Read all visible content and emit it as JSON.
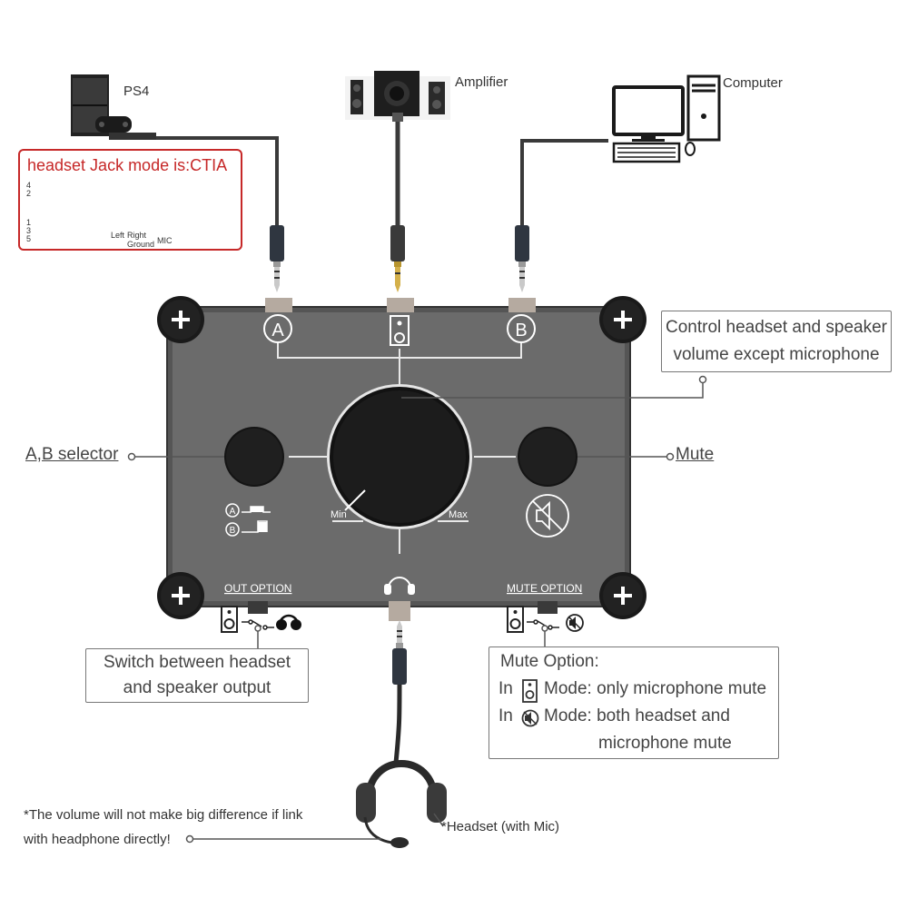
{
  "devices": {
    "ps4": "PS4",
    "amplifier": "Amplifier",
    "computer": "Computer",
    "headset": "*Headset (with Mic)"
  },
  "ctia": {
    "title": "headset Jack mode is:CTIA",
    "pin_numbers": [
      "4",
      "2",
      "1",
      "3",
      "5"
    ],
    "plug_labels": [
      "Left",
      "Right",
      "Ground",
      "MIC"
    ]
  },
  "panel": {
    "port_a": "A",
    "port_b": "B",
    "knob_min": "Min",
    "knob_max": "Max",
    "out_option": "OUT OPTION",
    "mute_option": "MUTE OPTION",
    "selector_a": "A",
    "selector_b": "B"
  },
  "callouts": {
    "volume_line1": "Control headset and speaker",
    "volume_line2": "volume except microphone",
    "ab_selector": "A,B selector",
    "mute": "Mute",
    "switch_line1": "Switch between headset",
    "switch_line2": "and speaker output",
    "mute_opt_title": "Mute Option:",
    "mute_opt_in": "In",
    "mute_opt_mode1": "Mode: only microphone mute",
    "mute_opt_mode2": "Mode: both headset and",
    "mute_opt_mode2b": "microphone mute"
  },
  "footnote": {
    "line1": "*The volume will not make big difference if link",
    "line2": "with headphone directly!"
  }
}
